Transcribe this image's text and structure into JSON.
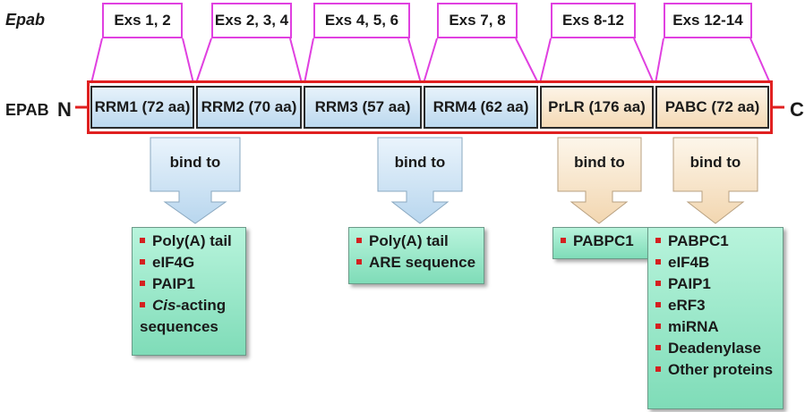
{
  "gene_label": "Epab",
  "protein_label": "EPAB",
  "n_term": "N",
  "c_term": "C",
  "exons": [
    "Exs 1, 2",
    "Exs 2, 3, 4",
    "Exs 4, 5, 6",
    "Exs 7, 8",
    "Exs 8-12",
    "Exs 12-14"
  ],
  "domains": [
    "RRM1 (72 aa)",
    "RRM2 (70 aa)",
    "RRM3 (57 aa)",
    "RRM4 (62 aa)",
    "PrLR (176 aa)",
    "PABC (72 aa)"
  ],
  "bind_label": "bind to",
  "target_boxes": [
    {
      "items": [
        {
          "text": "Poly(A) tail"
        },
        {
          "text": "eIF4G"
        },
        {
          "text": "PAIP1"
        },
        {
          "text_italic": "Cis",
          "text": "-acting"
        },
        {
          "text": "sequences",
          "continuation": true
        }
      ]
    },
    {
      "items": [
        {
          "text": "Poly(A) tail"
        },
        {
          "text": "ARE sequence"
        }
      ]
    },
    {
      "items": [
        {
          "text": "PABPC1"
        }
      ]
    },
    {
      "items": [
        {
          "text": "PABPC1"
        },
        {
          "text": "eIF4B"
        },
        {
          "text": "PAIP1"
        },
        {
          "text": "eRF3"
        },
        {
          "text": "miRNA"
        },
        {
          "text": "Deadenylase"
        },
        {
          "text": "Other proteins"
        }
      ]
    }
  ],
  "colors": {
    "exon_border": "#e040e0",
    "protein_outline": "#e02020",
    "rrm_fill": "#cfe4f4",
    "prlr_pabc_fill": "#f8e4c8",
    "target_fill": "#9ee8c8",
    "bullet": "#d42020"
  }
}
